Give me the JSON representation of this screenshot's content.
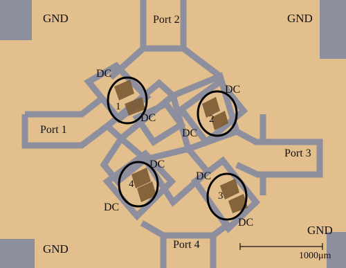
{
  "image": {
    "type": "optical micrograph of a planar microwave circuit",
    "colors": {
      "substrate": "#e3bf8d",
      "metal": "#8e8f9e",
      "dc_pad": "#7b5a33",
      "marker": "#000000"
    }
  },
  "labels": {
    "gnd_top_left": "GND",
    "gnd_top_right": "GND",
    "gnd_bottom_left": "GND",
    "gnd_bottom_right": "GND",
    "port_1": "Port 1",
    "port_2": "Port 2",
    "port_3": "Port 3",
    "port_4": "Port 4",
    "dc": [
      "DC",
      "DC",
      "DC",
      "DC",
      "DC",
      "DC",
      "DC",
      "DC"
    ],
    "switch_numbers": [
      "1",
      "2",
      "3",
      "4"
    ],
    "scale_bar": "1000μm"
  }
}
